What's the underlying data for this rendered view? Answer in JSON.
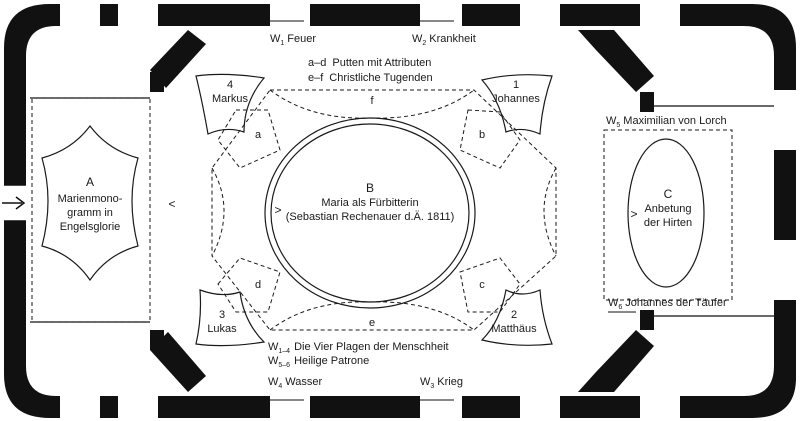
{
  "windows": {
    "w1": {
      "letter": "W",
      "sub": "1",
      "label": "Feuer"
    },
    "w2": {
      "letter": "W",
      "sub": "2",
      "label": "Krankheit"
    },
    "w3": {
      "letter": "W",
      "sub": "3",
      "label": "Krieg"
    },
    "w4": {
      "letter": "W",
      "sub": "4",
      "label": "Wasser"
    },
    "w5": {
      "letter": "W",
      "sub": "5",
      "label": "Maximilian von Lorch"
    },
    "w6": {
      "letter": "W",
      "sub": "6",
      "label": "Johannes der Täufer"
    }
  },
  "legend_top": {
    "ad_key": "a–d",
    "ad_text": "Putten mit Attributen",
    "ef_key": "e–f",
    "ef_text": "Christliche Tugenden"
  },
  "legend_bottom": {
    "w14_letter": "W",
    "w14_sub": "1–4",
    "w14_text": "Die Vier Plagen der Menschheit",
    "w56_letter": "W",
    "w56_sub": "5–6",
    "w56_text": "Heilige Patrone"
  },
  "evangelists": {
    "e1": {
      "num": "1",
      "name": "Johannes"
    },
    "e2": {
      "num": "2",
      "name": "Matthäus"
    },
    "e3": {
      "num": "3",
      "name": "Lukas"
    },
    "e4": {
      "num": "4",
      "name": "Markus"
    }
  },
  "putti": {
    "a": "a",
    "b": "b",
    "c": "c",
    "d": "d",
    "e": "e",
    "f": "f"
  },
  "fields": {
    "A": {
      "letter": "A",
      "line1": "Marienmono-",
      "line2": "gramm in",
      "line3": "Engelsglorie"
    },
    "B": {
      "letter": "B",
      "line1": "Maria als Fürbitterin",
      "line2": "(Sebastian Rechenauer d.Ä. 1811)"
    },
    "C": {
      "letter": "C",
      "line1": "Anbetung",
      "line2": "der Hirten"
    }
  },
  "arrows": {
    "left": "<",
    "center": ">",
    "right": ">"
  }
}
